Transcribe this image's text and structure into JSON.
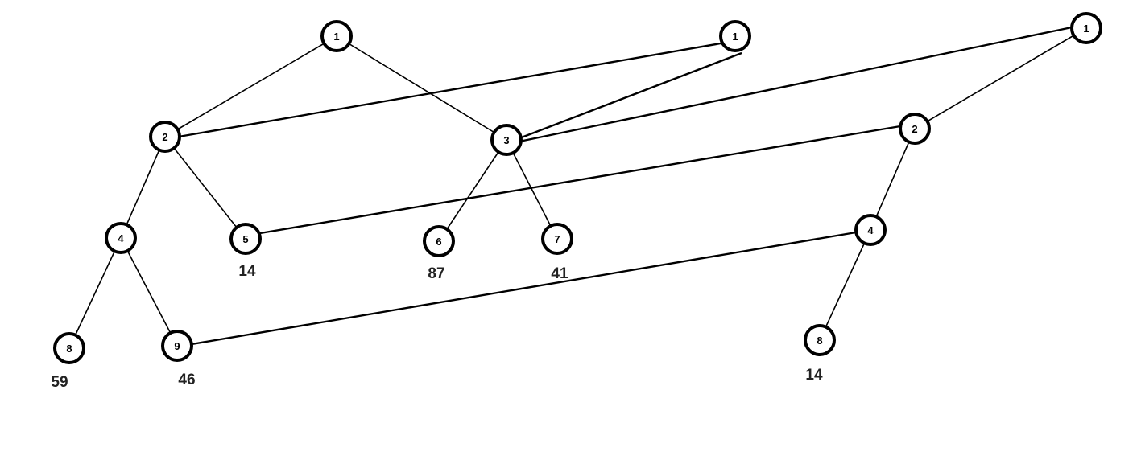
{
  "diagram": {
    "title": "",
    "trees": [
      {
        "id": "tree-A",
        "nodes": [
          {
            "key": "A1",
            "label": "1",
            "value": ""
          },
          {
            "key": "A2",
            "label": "2",
            "value": ""
          },
          {
            "key": "A3",
            "label": "3",
            "value": ""
          },
          {
            "key": "A4",
            "label": "4",
            "value": ""
          },
          {
            "key": "A5",
            "label": "5",
            "value": "14"
          },
          {
            "key": "A6",
            "label": "6",
            "value": "87"
          },
          {
            "key": "A7",
            "label": "7",
            "value": "41"
          },
          {
            "key": "A8",
            "label": "8",
            "value": "59"
          },
          {
            "key": "A9",
            "label": "9",
            "value": "46"
          }
        ],
        "edges": [
          [
            "A1",
            "A2"
          ],
          [
            "A1",
            "A3"
          ],
          [
            "A2",
            "A4"
          ],
          [
            "A2",
            "A5"
          ],
          [
            "A3",
            "A6"
          ],
          [
            "A3",
            "A7"
          ],
          [
            "A4",
            "A8"
          ],
          [
            "A4",
            "A9"
          ]
        ]
      },
      {
        "id": "tree-B",
        "nodes": [
          {
            "key": "B1",
            "label": "1",
            "value": ""
          }
        ],
        "edges": []
      },
      {
        "id": "tree-C",
        "nodes": [
          {
            "key": "C1",
            "label": "1",
            "value": ""
          },
          {
            "key": "C2",
            "label": "2",
            "value": ""
          },
          {
            "key": "C4",
            "label": "4",
            "value": ""
          },
          {
            "key": "C8",
            "label": "8",
            "value": "14"
          }
        ],
        "edges": [
          [
            "C1",
            "C2"
          ],
          [
            "C2",
            "C4"
          ],
          [
            "C4",
            "C8"
          ]
        ]
      }
    ],
    "cross_links": [
      [
        "B1",
        "A2"
      ],
      [
        "B1",
        "A3"
      ],
      [
        "C1",
        "A3"
      ],
      [
        "C2",
        "A5"
      ],
      [
        "C4",
        "A9"
      ]
    ]
  }
}
